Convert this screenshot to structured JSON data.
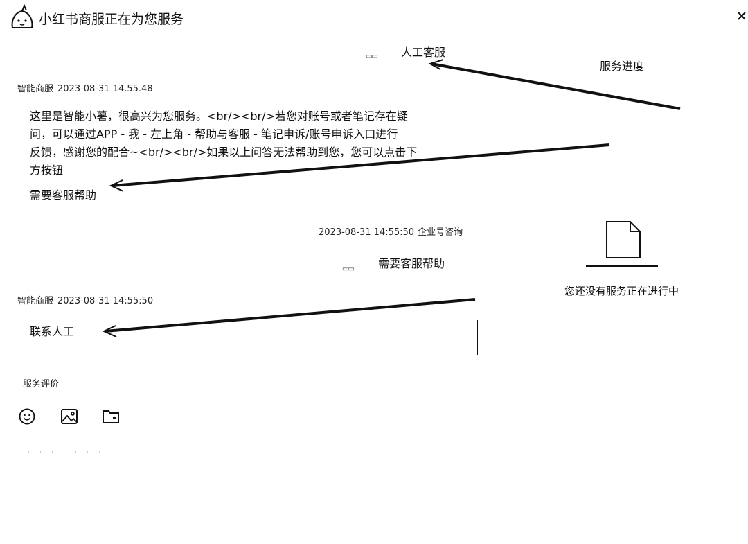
{
  "header": {
    "title": "小红书商服正在为您服务"
  },
  "right_panel": {
    "tab_human": "人工客服",
    "tab_progress": "服务进度",
    "empty_text": "您还没有服务正在进行中"
  },
  "chat": {
    "messages": [
      {
        "sender": "智能商服",
        "time": "2023-08-31 14.55.48",
        "lines": [
          "这里是智能小薯，很高兴为您服务。<br/><br/>若您对账号或者笔记存在疑",
          "问，可以通过APP - 我 - 左上角 - 帮助与客服 - 笔记申诉/账号申诉入口进行",
          "反馈，感谢您的配合~<br/><br/>如果以上问答无法帮助到您，您可以点击下",
          "方按钮"
        ],
        "link": "需要客服帮助"
      },
      {
        "time": "2023-08-31 14:55:50",
        "sender": "企业号咨询",
        "text": "需要客服帮助"
      },
      {
        "sender": "智能商服",
        "time": "2023-08-31 14:55:50",
        "button": "联系人工"
      }
    ]
  },
  "toolbar": {
    "evaluation": "服务评价",
    "icons": [
      "emoji-icon",
      "image-icon",
      "folder-icon"
    ]
  }
}
